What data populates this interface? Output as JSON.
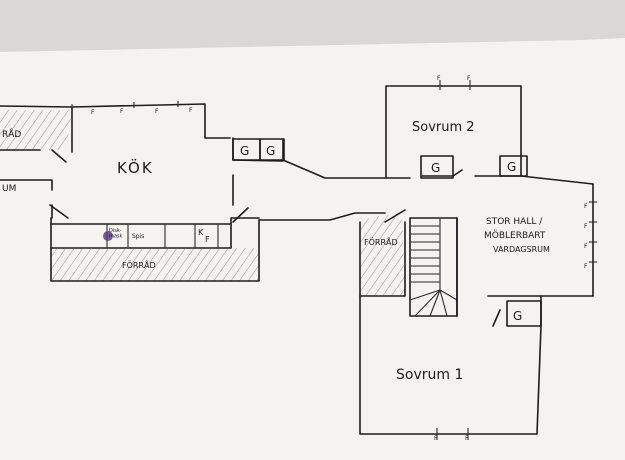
{
  "labels": {
    "forrad_left": "RÅD",
    "um_left": "UM",
    "kok": "KÖK",
    "forrad_kitchen": "FÖRRÅD",
    "diskmaskin": "Disk-\nmask",
    "spis": "Spis",
    "kf_k": "K",
    "kf_f": "F",
    "sovrum2": "Sovrum 2",
    "sovrum1": "Sovrum 1",
    "forrad_right": "FÖRRÅD",
    "hall_line1": "STOR HALL /",
    "hall_line2": "MÖBLERBART",
    "hall_line3": "VARDAGSRUM",
    "g": "G",
    "f": "F"
  },
  "colors": {
    "paper": "#f4f3ef",
    "background": "#d9d8d4",
    "ink": "#1d1d1d",
    "ink_blot": "#5b3f86"
  }
}
